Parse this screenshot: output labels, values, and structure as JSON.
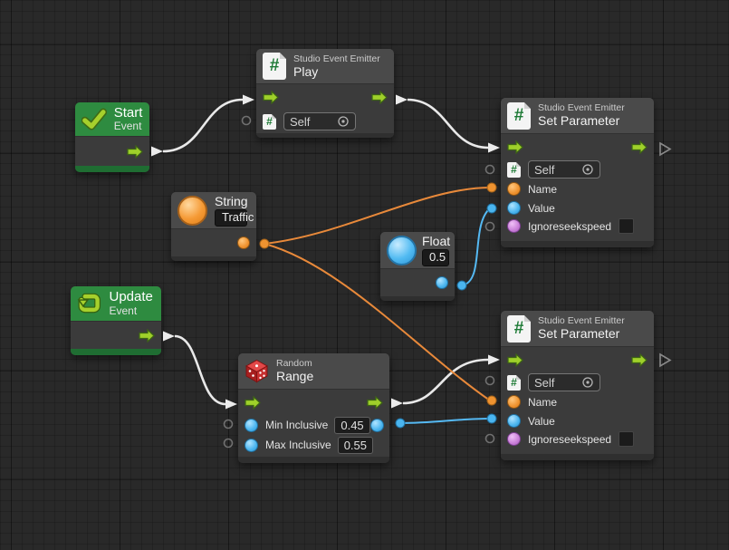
{
  "app": {
    "name": "visual scripting graph canvas"
  },
  "colors": {
    "background": "#292929",
    "node_header": "#4a4a4a",
    "node_body": "#3b3b3b",
    "event_green": "#2e8b40",
    "event_green_dark": "#1f6d32",
    "flow_arrow_green": "#9fd02a",
    "wire_white": "#e9e9e9",
    "wire_orange": "#e8893a",
    "wire_blue": "#55b9f3",
    "port_orange": "#ef9330",
    "port_blue": "#4ab5ef",
    "port_purple": "#c97fd8"
  },
  "icons": {
    "hash_symbol": "#",
    "start": "checkmark-icon",
    "update": "loop-icon",
    "random": "dice-icon",
    "self_target": "target-icon"
  },
  "nodes": {
    "start_event": {
      "title": "Start",
      "subtitle": "Event"
    },
    "update_event": {
      "title": "Update",
      "subtitle": "Event"
    },
    "play": {
      "category": "Studio Event Emitter",
      "title": "Play",
      "self_field": "Self"
    },
    "set_parameter_1": {
      "category": "Studio Event Emitter",
      "title": "Set Parameter",
      "self_field": "Self",
      "name_label": "Name",
      "value_label": "Value",
      "ignore_label": "Ignoreseekspeed",
      "ignore_checked": false
    },
    "set_parameter_2": {
      "category": "Studio Event Emitter",
      "title": "Set Parameter",
      "self_field": "Self",
      "name_label": "Name",
      "value_label": "Value",
      "ignore_label": "Ignoreseekspeed",
      "ignore_checked": false
    },
    "string_literal": {
      "title": "String",
      "value": "Traffic"
    },
    "float_literal": {
      "title": "Float",
      "value": "0.5"
    },
    "random_range": {
      "category": "Random",
      "title": "Range",
      "min_label": "Min Inclusive",
      "min_value": "0.45",
      "max_label": "Max Inclusive",
      "max_value": "0.55"
    }
  },
  "connections": [
    "Start.flow -> Play.flow",
    "Play.flow -> SetParameter1.flow",
    "Update.flow -> RandomRange.flow",
    "RandomRange.flow -> SetParameter2.flow",
    "String(Traffic) -> SetParameter1.Name",
    "String(Traffic) -> SetParameter2.Name",
    "Float(0.5) -> SetParameter1.Value",
    "RandomRange.value -> SetParameter2.Value"
  ]
}
